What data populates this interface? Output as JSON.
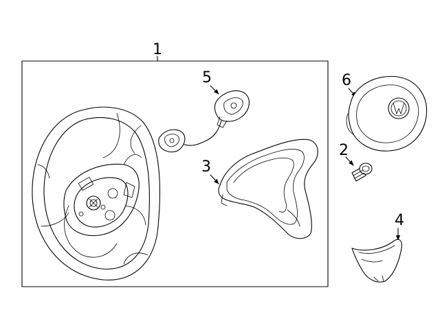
{
  "diagram": {
    "callouts": [
      {
        "id": "c1",
        "text": "1"
      },
      {
        "id": "c2",
        "text": "2"
      },
      {
        "id": "c3",
        "text": "3"
      },
      {
        "id": "c4",
        "text": "4"
      },
      {
        "id": "c5",
        "text": "5"
      },
      {
        "id": "c6",
        "text": "6"
      }
    ],
    "parts": [
      {
        "callout": "1",
        "icon": "steering-wheel-icon"
      },
      {
        "callout": "2",
        "icon": "screw-icon"
      },
      {
        "callout": "3",
        "icon": "trim-cover-icon"
      },
      {
        "callout": "4",
        "icon": "lower-cover-icon"
      },
      {
        "callout": "5",
        "icon": "control-switch-icon"
      },
      {
        "callout": "6",
        "icon": "airbag-module-icon"
      }
    ]
  }
}
